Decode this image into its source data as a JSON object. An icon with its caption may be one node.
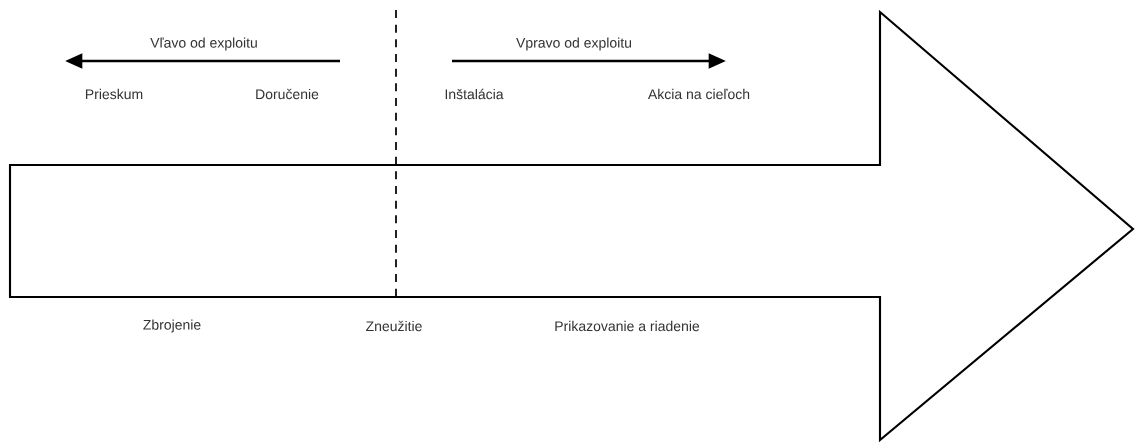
{
  "diagram": {
    "labels": [
      "Vľavo od exploitu",
      "Vpravo od exploitu",
      "Prieskum",
      "Doručenie",
      "Inštalácia",
      "Akcia na cieľoch",
      "Zbrojenie",
      "Zneužitie",
      "Prikazovanie a riadenie"
    ]
  }
}
